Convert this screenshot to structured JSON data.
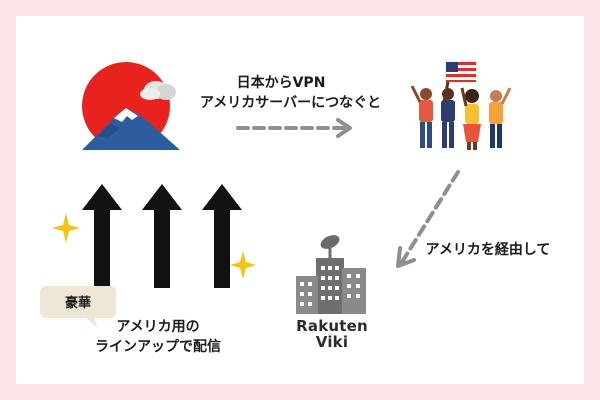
{
  "labels": {
    "vpn_line1": "日本からVPN",
    "vpn_line2": "アメリカサーバーにつなぐと",
    "via_us": "アメリカを経由して",
    "bubble": "豪華",
    "lineup_line1": "アメリカ用の",
    "lineup_line2": "ラインアップで配信"
  },
  "brand": {
    "line1": "Rakuten",
    "line2": "Viki"
  },
  "icons": [
    "mount-fuji-sun-icon",
    "cheering-people-us-flag-icon",
    "building-satellite-icon",
    "up-arrows-icon",
    "sparkle-icon"
  ],
  "colors": {
    "background": "#fbe3e6",
    "card": "#ffffff",
    "sun": "#e8231f",
    "mountain": "#2e5d9e",
    "arrow_dashed": "#8f8f8f",
    "bubble": "#efe7d6"
  }
}
